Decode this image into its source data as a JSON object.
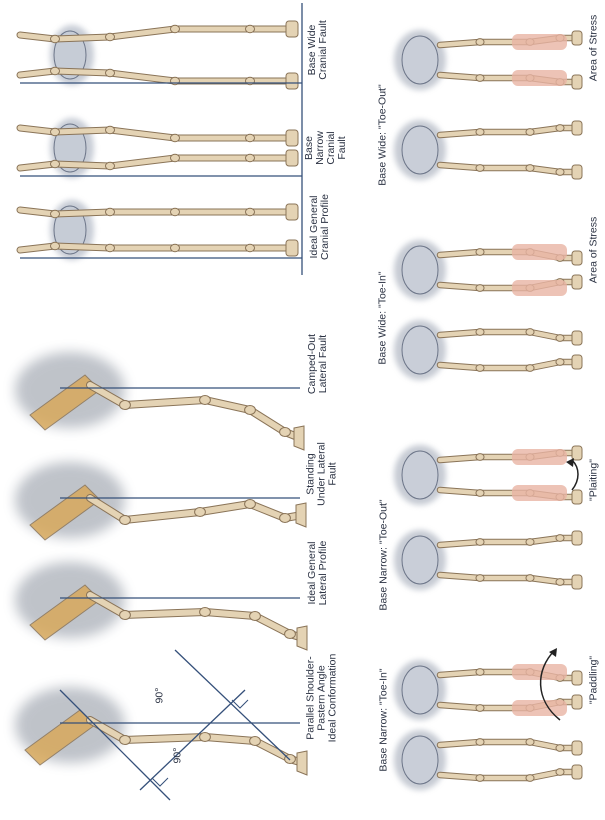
{
  "colors": {
    "bone": "#e4d3b4",
    "bone_outline": "#8a7458",
    "shoulder": "#d8a95c",
    "stress": "#e8b4a4",
    "shadow": "#4a5468",
    "line": "#35507a",
    "text": "#2a3142"
  },
  "angle_label_a": "90°",
  "angle_label_b": "90°",
  "lateral_labels": [
    "Parallel Shoulder-\nPastern Angle\nIdeal Conformation",
    "Ideal General\nLateral Profile",
    "Standing\nUnder Lateral\nFault",
    "Camped-Out\nLateral Fault"
  ],
  "cranial_labels": [
    "Ideal General\nCranial Profile",
    "Base\nNarrow\nCranial\nFault",
    "Base Wide\nCranial Fault"
  ],
  "group_titles": [
    "Base Narrow: \"Toe-In\"",
    "Base Narrow: \"Toe-Out\"",
    "Base Wide: \"Toe-In\"",
    "Base Wide: \"Toe-Out\""
  ],
  "captions": [
    "\"Paddling\"",
    "\"Plaiting\"",
    "Area of Stress",
    "Area of Stress"
  ]
}
